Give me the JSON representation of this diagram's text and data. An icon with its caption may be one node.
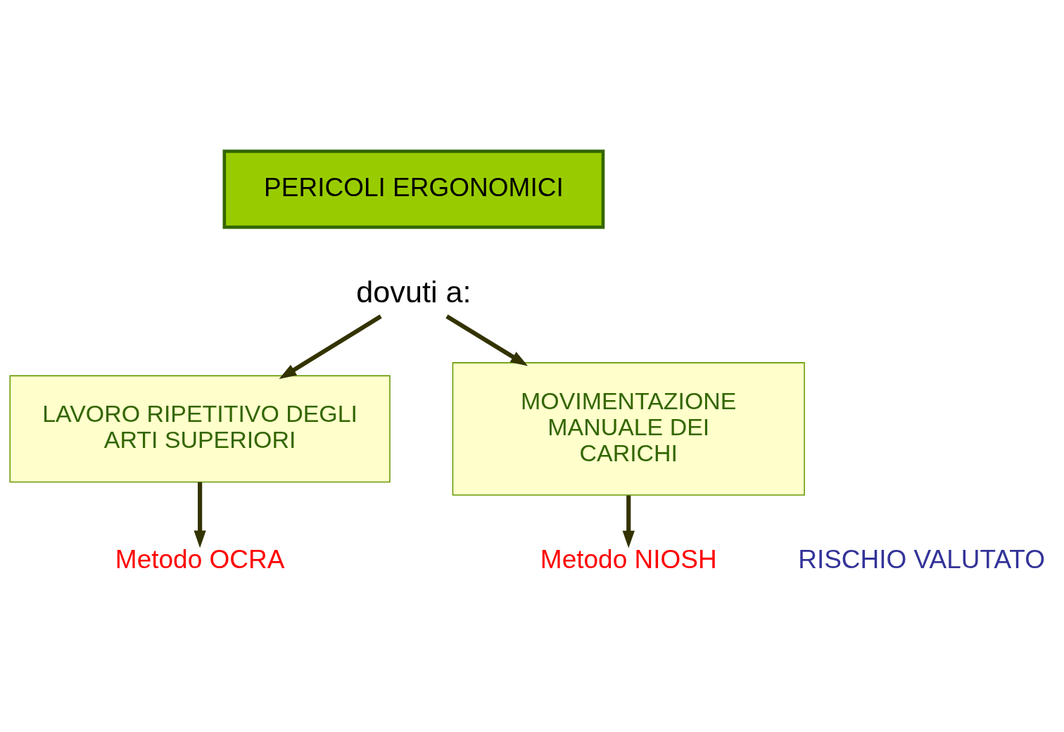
{
  "diagram": {
    "nodes": [
      {
        "text": [
          "PERICOLI ERGONOMICI"
        ]
      },
      {
        "text": [
          "dovuti a:"
        ]
      },
      {
        "text": [
          "LAVORO RIPETITIVO DEGLI ARTI SUPERIORI"
        ]
      },
      {
        "text": [
          "MOVIMENTAZIONE MANUALE DEI CARICHI"
        ]
      },
      {
        "text": [
          "Metodo OCRA"
        ]
      },
      {
        "text": [
          "Metodo NIOSH"
        ]
      }
    ],
    "edges": [
      {
        "from": 1,
        "to": 2,
        "arrow": "to"
      },
      {
        "from": 1,
        "to": 3,
        "arrow": "to"
      },
      {
        "from": 2,
        "to": 4,
        "arrow": "to"
      },
      {
        "from": 3,
        "to": 5,
        "arrow": "to"
      }
    ],
    "labels": [
      "RISCHIO VALUTATO"
    ]
  }
}
